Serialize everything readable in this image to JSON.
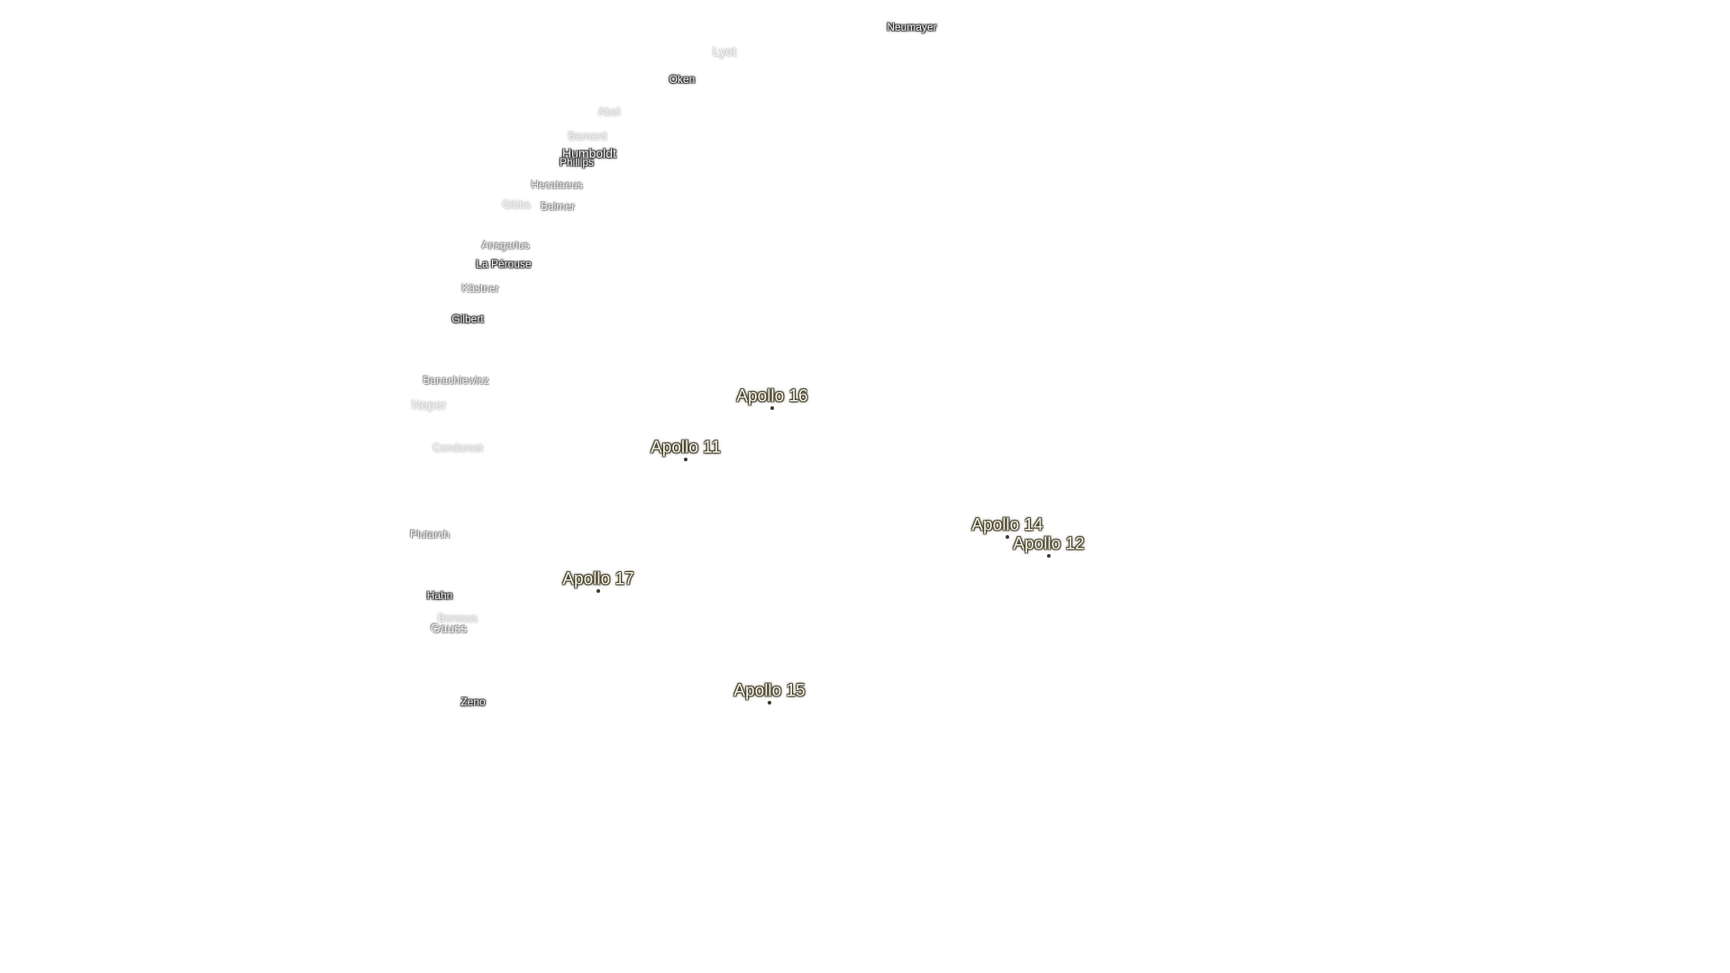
{
  "landing_sites": [
    {
      "name": "Apollo 11"
    },
    {
      "name": "Apollo 12"
    },
    {
      "name": "Apollo 14"
    },
    {
      "name": "Apollo 15"
    },
    {
      "name": "Apollo 16"
    },
    {
      "name": "Apollo 17"
    }
  ],
  "craters": [
    {
      "name": "Neumayer"
    },
    {
      "name": "Lyot"
    },
    {
      "name": "Oken"
    },
    {
      "name": "Abel"
    },
    {
      "name": "Barnard"
    },
    {
      "name": "Humboldt"
    },
    {
      "name": "Phillips"
    },
    {
      "name": "Hecataeus"
    },
    {
      "name": "Gibbs"
    },
    {
      "name": "Balmer"
    },
    {
      "name": "Ansgarius"
    },
    {
      "name": "La Pérouse"
    },
    {
      "name": "Kästner"
    },
    {
      "name": "Gilbert"
    },
    {
      "name": "Banachiewicz"
    },
    {
      "name": "Neper"
    },
    {
      "name": "Condorcet"
    },
    {
      "name": "Plutarch"
    },
    {
      "name": "Hahn"
    },
    {
      "name": "Berosus"
    },
    {
      "name": "Gauss"
    },
    {
      "name": "Zeno"
    }
  ],
  "colors": {
    "background": "#ffffff",
    "apollo_label": "#fdfbe8",
    "apollo_marker": "#3a3628",
    "crater_label": "#ffffff"
  }
}
